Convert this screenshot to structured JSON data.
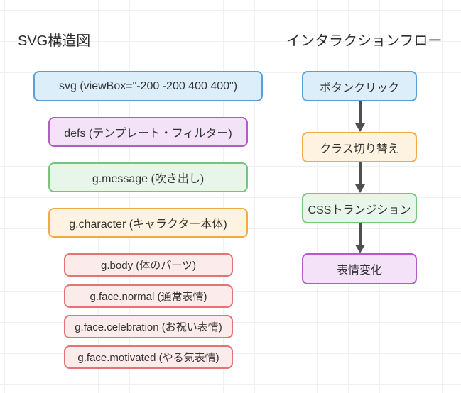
{
  "left_diagram": {
    "title": "SVG構造図",
    "nodes": [
      {
        "label": "svg (viewBox=\"-200 -200 400 400\")",
        "color": "blue",
        "level": 1
      },
      {
        "label": "defs (テンプレート・フィルター)",
        "color": "purple",
        "level": 2
      },
      {
        "label": "g.message (吹き出し)",
        "color": "green",
        "level": 2
      },
      {
        "label": "g.character (キャラクター本体)",
        "color": "orange",
        "level": 2
      },
      {
        "label": "g.body (体のパーツ)",
        "color": "red",
        "level": 3
      },
      {
        "label": "g.face.normal (通常表情)",
        "color": "red",
        "level": 3
      },
      {
        "label": "g.face.celebration (お祝い表情)",
        "color": "red",
        "level": 3
      },
      {
        "label": "g.face.motivated (やる気表情)",
        "color": "red",
        "level": 3
      }
    ]
  },
  "right_diagram": {
    "title": "インタラクションフロー",
    "nodes": [
      {
        "label": "ボタンクリック",
        "color": "blue"
      },
      {
        "label": "クラス切り替え",
        "color": "orange"
      },
      {
        "label": "CSSトランジション",
        "color": "green"
      },
      {
        "label": "表情変化",
        "color": "purple"
      }
    ],
    "edges": [
      {
        "from": "ボタンクリック",
        "to": "クラス切り替え"
      },
      {
        "from": "クラス切り替え",
        "to": "CSSトランジション"
      },
      {
        "from": "CSSトランジション",
        "to": "表情変化"
      }
    ]
  },
  "palette": {
    "blue": {
      "fill": "#ddeefb",
      "border": "#5b9fd8"
    },
    "purple": {
      "fill": "#f3e2f8",
      "border": "#b25cc6"
    },
    "green": {
      "fill": "#e8f5e9",
      "border": "#77c47c"
    },
    "orange": {
      "fill": "#fef3e0",
      "border": "#f2ab42"
    },
    "red": {
      "fill": "#fcebeb",
      "border": "#e57373"
    },
    "arrow": "#4f4f4f",
    "grid": "#f1eff0",
    "text": "#333333"
  }
}
